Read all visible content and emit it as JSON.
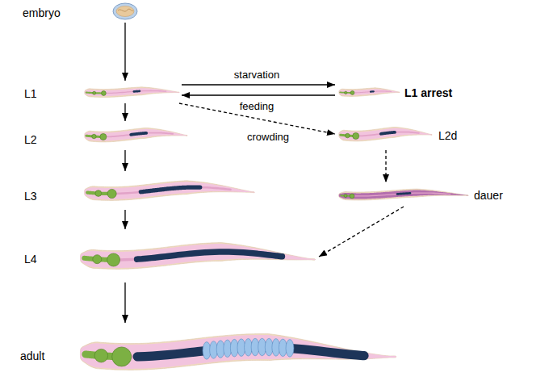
{
  "diagram": {
    "nodes": [
      {
        "text": [
          "embryo"
        ]
      },
      {
        "text": [
          "L1"
        ]
      },
      {
        "text": [
          "L1 arrest"
        ]
      },
      {
        "text": [
          "L2"
        ]
      },
      {
        "text": [
          "L2d"
        ]
      },
      {
        "text": [
          "L3"
        ]
      },
      {
        "text": [
          "dauer"
        ]
      },
      {
        "text": [
          "L4"
        ]
      },
      {
        "text": [
          "adult"
        ]
      }
    ],
    "edges": [
      {
        "from": 0,
        "to": 1,
        "arrow": "to"
      },
      {
        "from": 1,
        "to": 3,
        "arrow": "to"
      },
      {
        "from": 3,
        "to": 5,
        "arrow": "to"
      },
      {
        "from": 5,
        "to": 7,
        "arrow": "to"
      },
      {
        "from": 7,
        "to": 8,
        "arrow": "to"
      },
      {
        "from": 1,
        "to": 2,
        "label": "starvation",
        "arrow": "to"
      },
      {
        "from": 2,
        "to": 1,
        "label": "feeding",
        "arrow": "to"
      },
      {
        "from": 1,
        "to": 4,
        "label": "crowding",
        "arrow": "to"
      },
      {
        "from": 4,
        "to": 6,
        "arrow": "to"
      },
      {
        "from": 6,
        "to": 7,
        "arrow": "to"
      }
    ]
  }
}
